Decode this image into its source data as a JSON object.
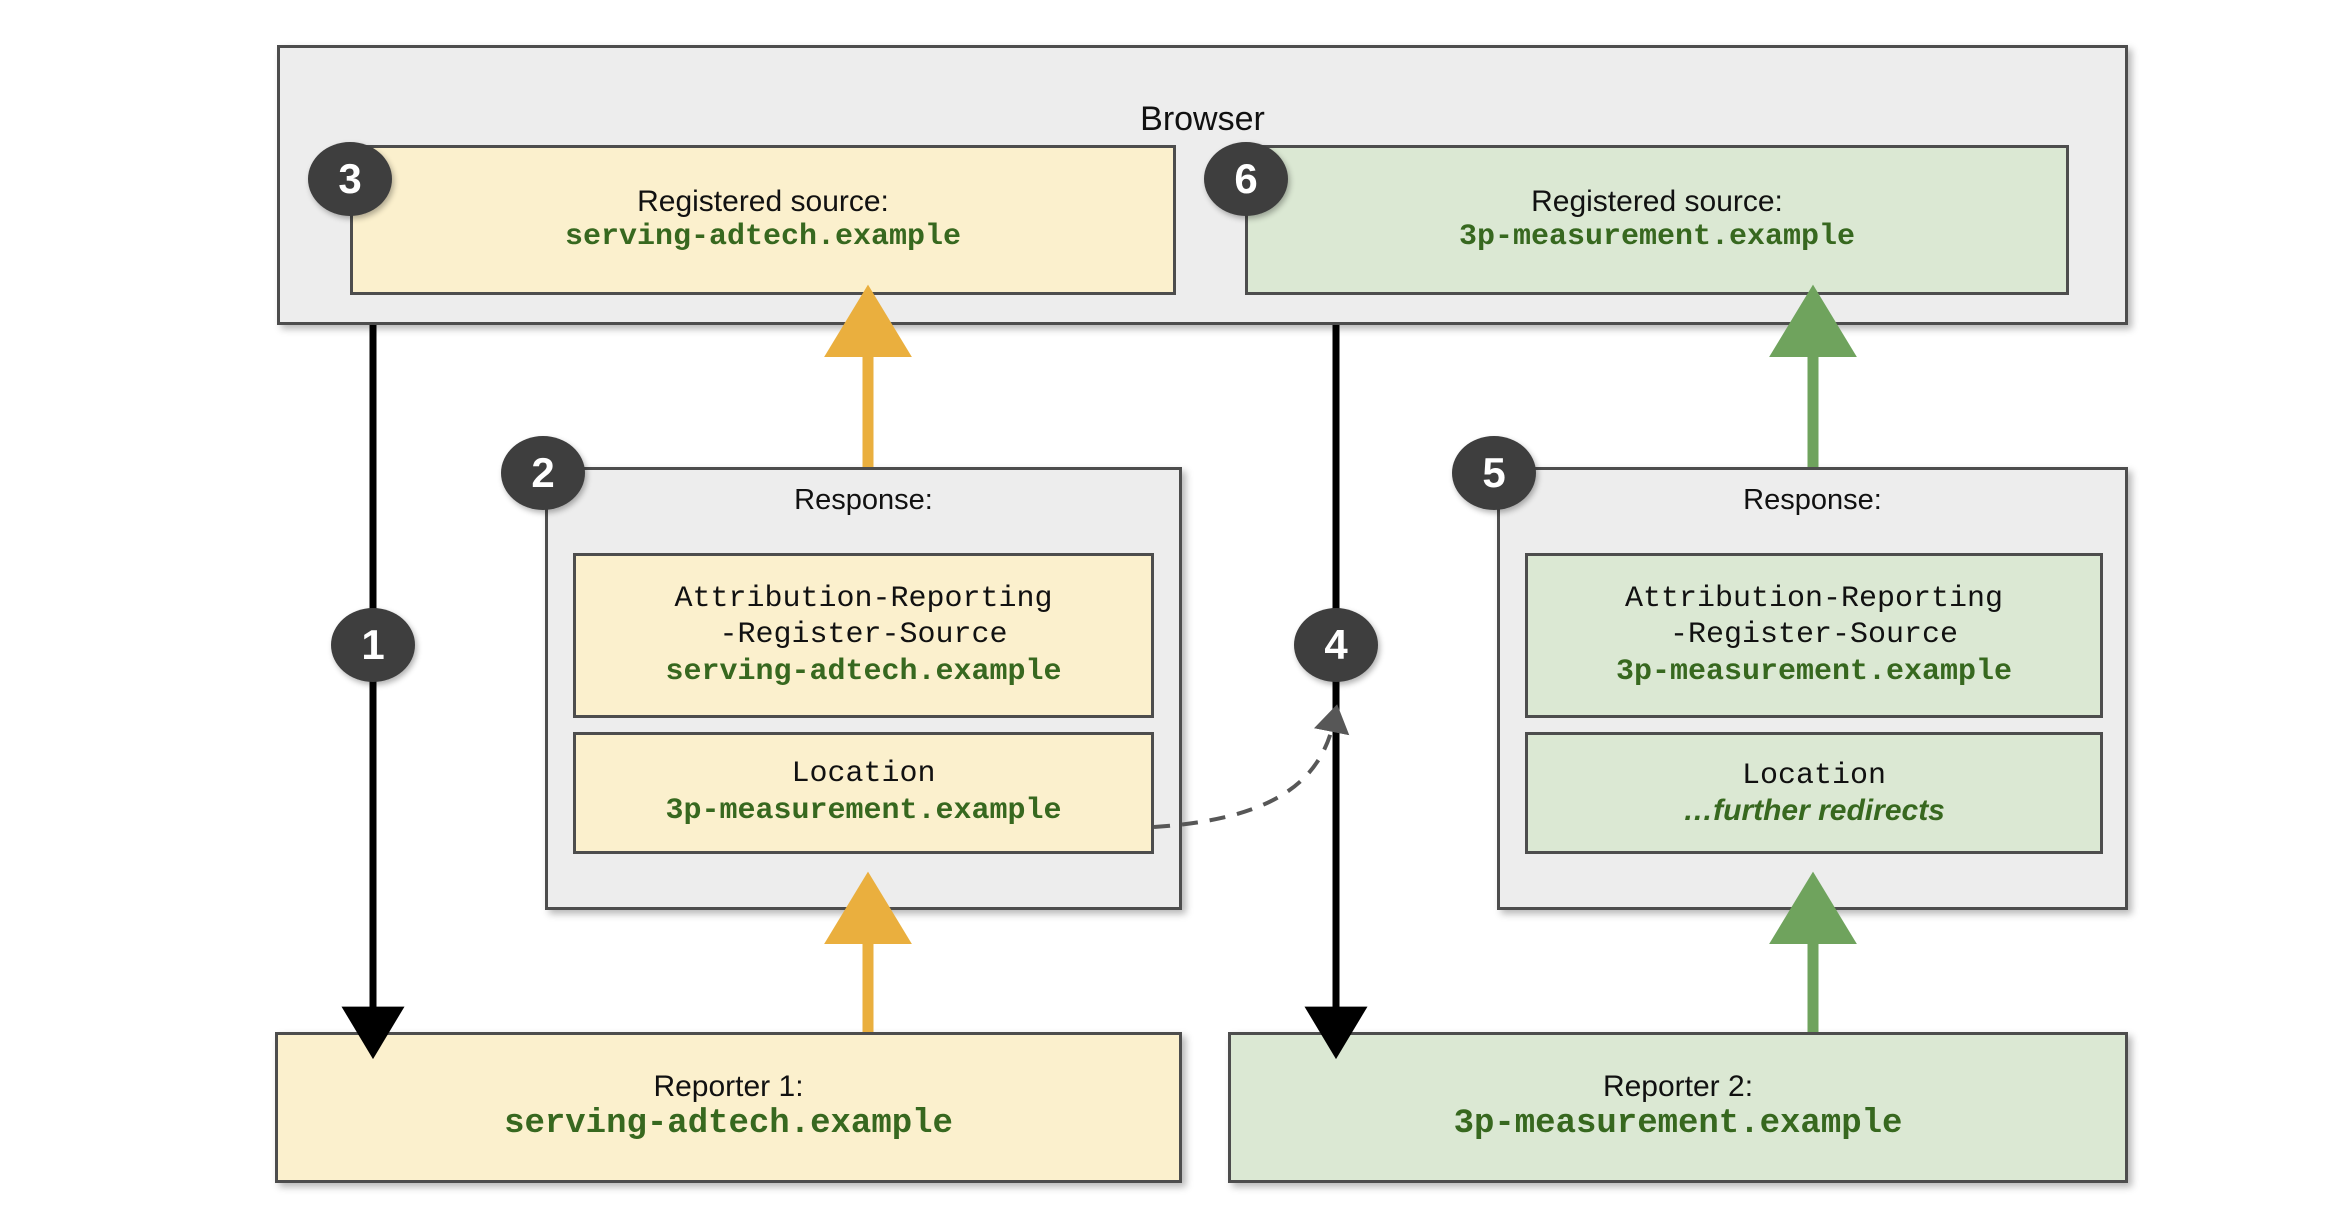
{
  "diagram": {
    "title": "Browser",
    "browser": {
      "label": "Browser",
      "registered_sources": [
        {
          "badge": "3",
          "caption": "Registered source:",
          "domain": "serving-adtech.example",
          "color": "#fbf0cd"
        },
        {
          "badge": "6",
          "caption": "Registered source:",
          "domain": "3p-measurement.example",
          "color": "#dbe8d3"
        }
      ]
    },
    "responses": [
      {
        "badge": "2",
        "caption": "Response:",
        "color": "#fbf0cd",
        "rows": [
          {
            "header_line1": "Attribution-Reporting",
            "header_line2": "-Register-Source",
            "value": "serving-adtech.example"
          },
          {
            "header_line1": "Location",
            "header_line2": "",
            "value": "3p-measurement.example"
          }
        ]
      },
      {
        "badge": "5",
        "caption": "Response:",
        "color": "#dbe8d3",
        "rows": [
          {
            "header_line1": "Attribution-Reporting",
            "header_line2": "-Register-Source",
            "value": "3p-measurement.example"
          },
          {
            "header_line1": "Location",
            "header_line2": "",
            "value": "…further redirects"
          }
        ]
      }
    ],
    "reporters": [
      {
        "label": "Reporter 1:",
        "domain": "serving-adtech.example",
        "color": "#fbf0cd"
      },
      {
        "label": "Reporter 2:",
        "domain": "3p-measurement.example",
        "color": "#dbe8d3"
      }
    ],
    "step_badges": [
      {
        "number": "1"
      },
      {
        "number": "4"
      }
    ],
    "colors": {
      "yellow_fill": "#fbf0cd",
      "green_fill": "#dbe8d3",
      "grey_fill": "#ededed",
      "border": "#4d4d4d",
      "domain_text": "#37681f",
      "arrow_black": "#000000",
      "arrow_amber": "#eaaf3e",
      "arrow_green": "#6fa35d",
      "badge_fill": "#3e3e3e"
    }
  }
}
